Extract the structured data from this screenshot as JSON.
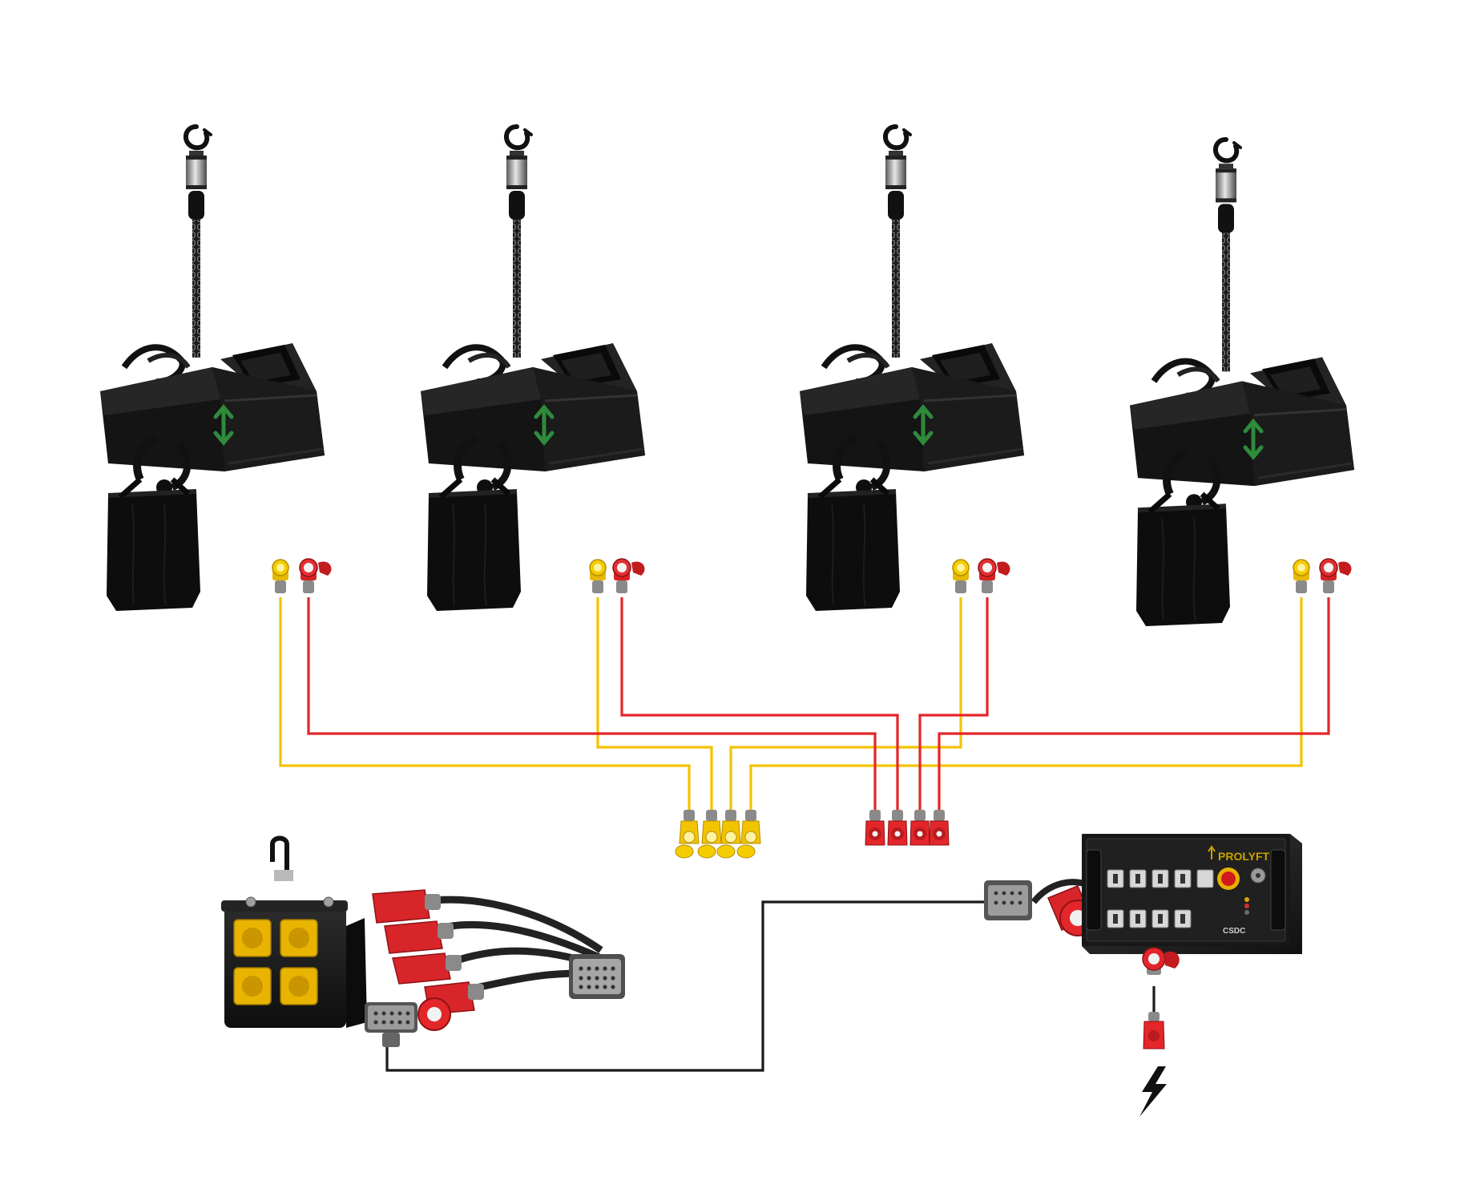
{
  "controller": {
    "brand": "PROLYFT",
    "model": "CSDC",
    "accent": "#c8a200"
  },
  "colors": {
    "control_wire": "#f2c400",
    "power_wire": "#e3262a",
    "link_wire": "#1a1a1a",
    "hoist_green": "#2e8b3a"
  },
  "icons": {
    "hoist": "chain-hoist-icon",
    "yellow_connector": "yellow-cee-connector-icon",
    "red_connector": "red-cee-connector-icon",
    "harting": "harting-multipin-connector-icon",
    "power": "lightning-bolt-icon",
    "junction": "junction-box-icon",
    "breakout": "breakout-cable-icon"
  },
  "hoists": [
    {
      "id": 1
    },
    {
      "id": 2
    },
    {
      "id": 3
    },
    {
      "id": 4
    }
  ]
}
